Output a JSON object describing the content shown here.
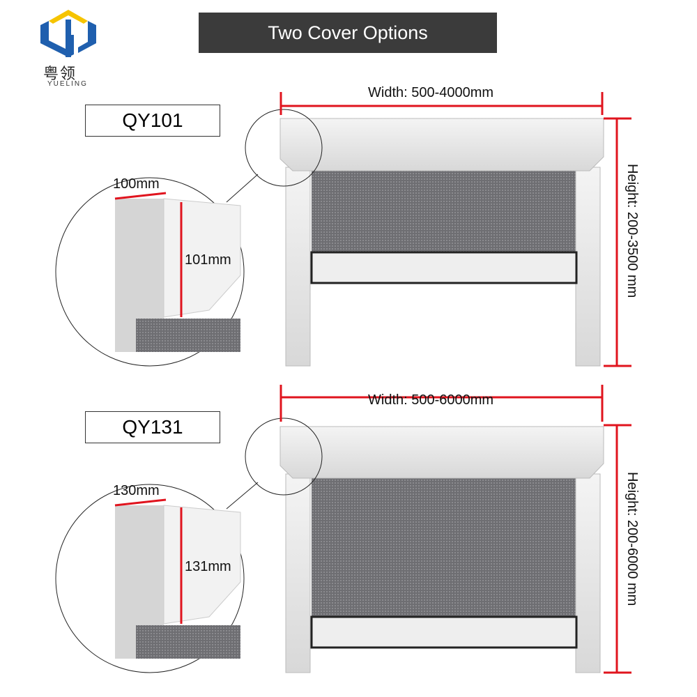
{
  "logo": {
    "chinese": "粤领",
    "latin": "YUELING",
    "colors": {
      "blue": "#1f5fae",
      "yellow": "#f6c400"
    }
  },
  "title": "Two Cover Options",
  "accent_color": "#e0141e",
  "options": [
    {
      "model": "QY101",
      "width": "Width: 500-4000mm",
      "height": "Height: 200-3500 mm",
      "detail_width": "100mm",
      "detail_height": "101mm"
    },
    {
      "model": "QY131",
      "width": "Width: 500-6000mm",
      "height": "Height: 200-6000 mm",
      "detail_width": "130mm",
      "detail_height": "131mm"
    }
  ]
}
